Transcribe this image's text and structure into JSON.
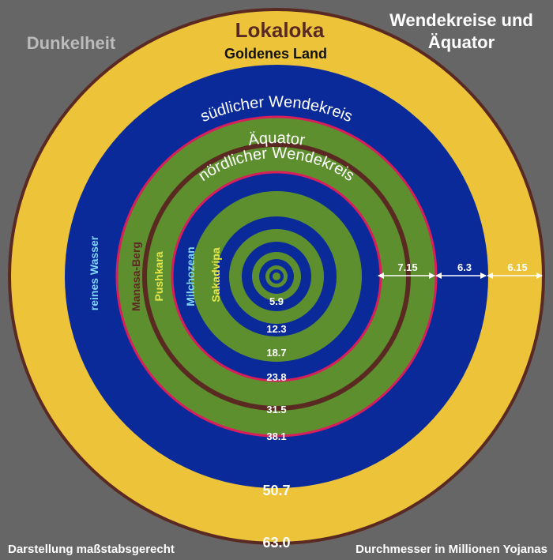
{
  "labels": {
    "darkness": "Dunkelheit",
    "heading_line1": "Wendekreise und",
    "heading_line2": "Äquator",
    "lokaloka": "Lokaloka",
    "golden_land": "Goldenes Land",
    "southern_tropic": "südlicher Wendekreis",
    "equator": "Äquator",
    "northern_tropic": "nördlicher Wendekreis",
    "pure_water": "reines Wasser",
    "manasa": "Manasa-Berg",
    "pushkara": "Pushkara",
    "milk_ocean": "Milchozean",
    "sakadvipa": "Sakadvipa",
    "footer_left": "Darstellung maßstabsgerecht",
    "footer_right": "Durchmesser in Millionen Yojanas"
  },
  "diameters": {
    "d1": "5.9",
    "d2": "12.3",
    "d3": "18.7",
    "d4": "23.8",
    "d5": "31.5",
    "d6": "38.1",
    "d7": "50.7",
    "d8": "63.0"
  },
  "widths": {
    "w1": "7.15",
    "w2": "6.3",
    "w3": "6.15"
  },
  "colors": {
    "background": "#666666",
    "gold": "#EDC33A",
    "blue": "#0A2A9A",
    "green": "#5E8F2E",
    "brown": "#5A2A22",
    "crimson": "#D81E5B",
    "gray_text": "#BBBBBB",
    "yellow_text": "#E6E64A",
    "cyan_text": "#7FD7F5"
  }
}
